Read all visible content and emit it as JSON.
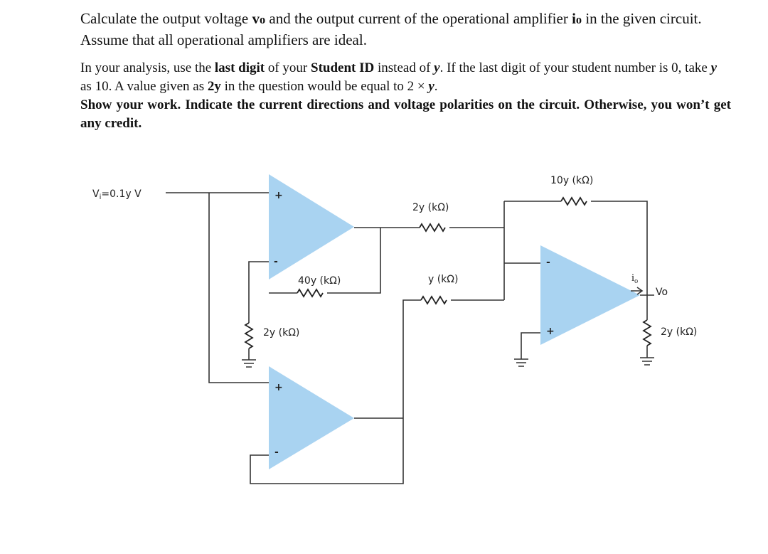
{
  "problem": {
    "p1_a": "Calculate the output voltage ",
    "p1_vo": "v",
    "p1_vo_sub": "o",
    "p1_b": " and the output current of the operational amplifier ",
    "p1_io": "i",
    "p1_io_sub": "o",
    "p1_c": " in the given circuit. Assume that all operational amplifiers are ideal.",
    "p2_a": "In your analysis, use the ",
    "p2_last_digit": "last digit",
    "p2_b": " of your ",
    "p2_student_id": "Student ID",
    "p2_c": " instead of ",
    "p2_y": "y",
    "p2_d": ". If the last digit of your student number is 0, take ",
    "p2_y2": "y",
    "p2_e": " as 10.  A value given as ",
    "p2_2y": "2y",
    "p2_f": " in the question would be equal to 2 × ",
    "p2_y3": "y",
    "p2_g": ".",
    "p3": "Show your work. Indicate the current directions and voltage polarities on the circuit. Otherwise, you won’t get any credit."
  },
  "circuit": {
    "vi_label": "V",
    "vi_sub": "i",
    "vi_value": "=0.1y V",
    "r_10y": "10y (kΩ)",
    "r_2y_top": "2y (kΩ)",
    "r_40y": "40y (kΩ)",
    "r_y": "y (kΩ)",
    "r_2y_left": "2y (kΩ)",
    "r_2y_right": "2y (kΩ)",
    "io_label": "i",
    "io_sub": "o",
    "vo_label": "Vo",
    "plus": "+",
    "minus": "-"
  },
  "colors": {
    "opamp_fill": "#a9d3f1",
    "wire": "#333333"
  }
}
